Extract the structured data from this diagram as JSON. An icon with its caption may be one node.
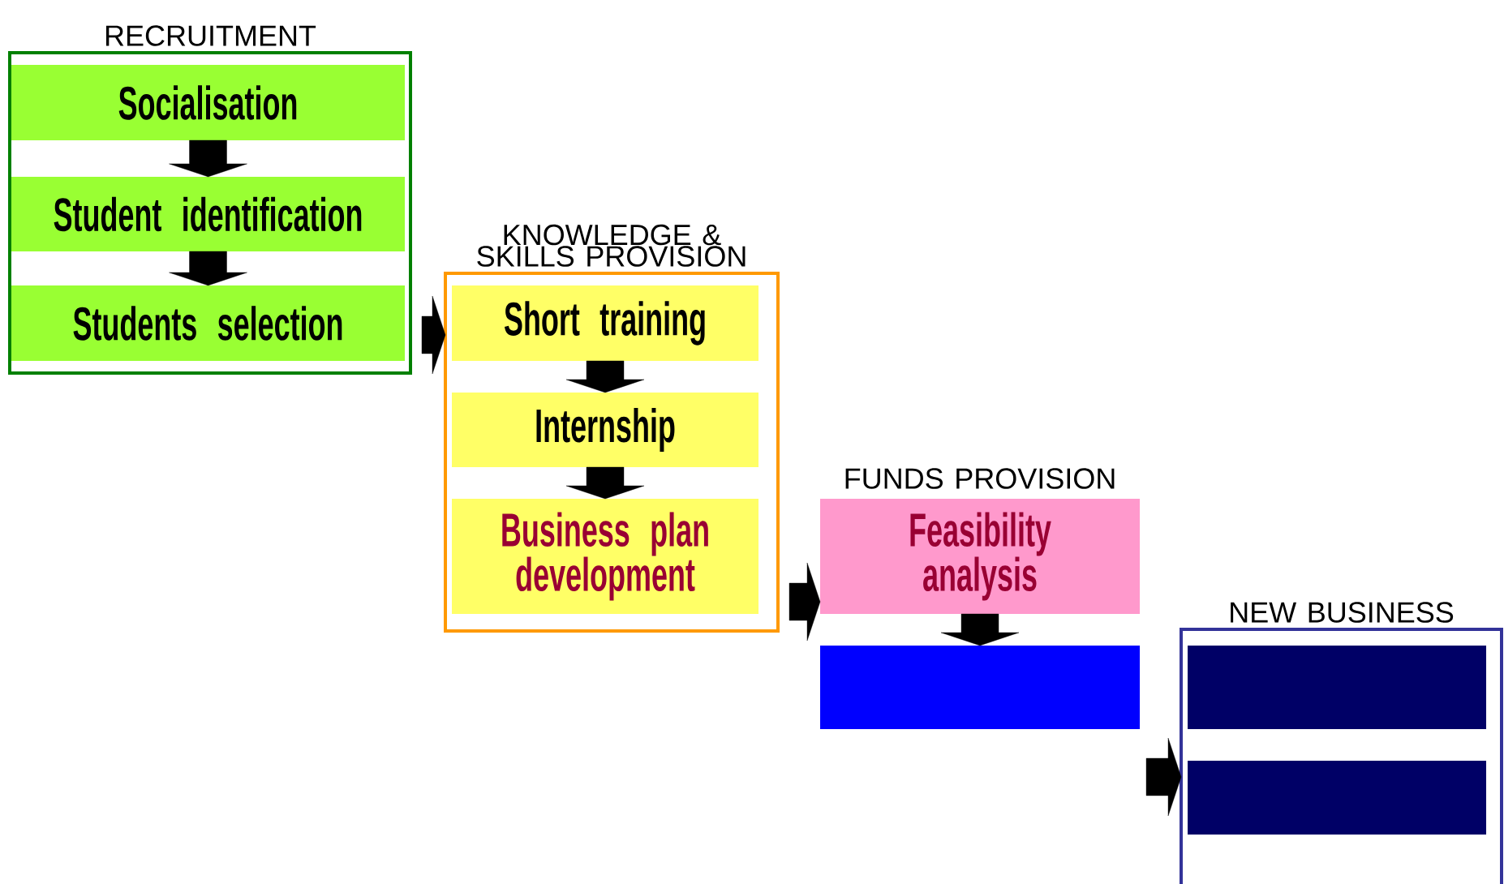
{
  "diagram": {
    "nodes": [
      {
        "text": [
          "RECRUITMENT"
        ]
      },
      {
        "text": [
          "Socialisation"
        ],
        "in": 0
      },
      {
        "text": [
          "Student identification"
        ],
        "in": 0
      },
      {
        "text": [
          "Students selection"
        ],
        "in": 0
      },
      {
        "text": [
          "KNOWLEDGE & SKILLS PROVISION"
        ]
      },
      {
        "text": [
          "Short training"
        ],
        "in": 4
      },
      {
        "text": [
          "Internship"
        ],
        "in": 4
      },
      {
        "text": [
          "Business plan development"
        ],
        "in": 4
      },
      {
        "text": [
          "FUNDS PROVISION",
          "Feasibility analysis"
        ]
      },
      {
        "text": [],
        "shape": "box"
      },
      {
        "text": [
          "NEW BUSINESS"
        ]
      },
      {
        "text": [],
        "shape": "box",
        "in": 10
      },
      {
        "text": [],
        "shape": "box",
        "in": 10
      }
    ],
    "edges": [
      {
        "from": 1,
        "to": 2,
        "arrow": "to"
      },
      {
        "from": 2,
        "to": 3,
        "arrow": "to"
      },
      {
        "from": 0,
        "to": 4,
        "arrow": "to"
      },
      {
        "from": 5,
        "to": 6,
        "arrow": "to"
      },
      {
        "from": 6,
        "to": 7,
        "arrow": "to"
      },
      {
        "from": 4,
        "to": 8,
        "arrow": "to"
      },
      {
        "from": 8,
        "to": 9,
        "arrow": "to"
      },
      {
        "from": null,
        "to": 10,
        "arrow": "to"
      }
    ]
  }
}
